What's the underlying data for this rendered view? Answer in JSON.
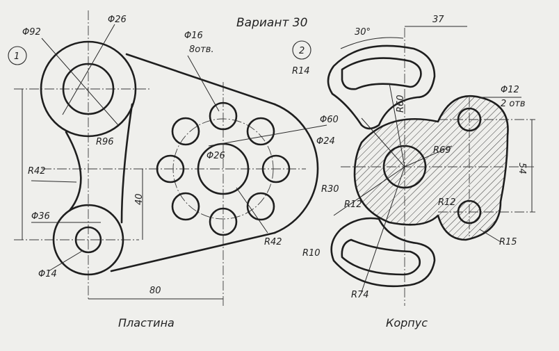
{
  "title": "Вариант 30",
  "left_part": {
    "number": "1",
    "caption": "Пластина",
    "labels": {
      "d92": "Φ92",
      "d26_top": "Φ26",
      "d16": "Φ16",
      "holes": "8отв.",
      "d60": "Φ60",
      "d26_center": "Φ26",
      "r96": "R96",
      "r42_left": "R42",
      "r42_right": "R42",
      "dim40": "40",
      "d36": "Φ36",
      "d14": "Φ14",
      "dim80": "80"
    }
  },
  "right_part": {
    "number": "2",
    "caption": "Корпус",
    "labels": {
      "angle30": "30°",
      "dim37": "37",
      "r14": "R14",
      "r60": "R60",
      "d12": "Φ12",
      "holes": "2 отв",
      "d24": "Φ24",
      "r69": "R69",
      "dim54": "54",
      "r30": "R30",
      "r12_a": "R12",
      "r12_b": "R12",
      "r15": "R15",
      "r10": "R10",
      "r74": "R74"
    }
  }
}
